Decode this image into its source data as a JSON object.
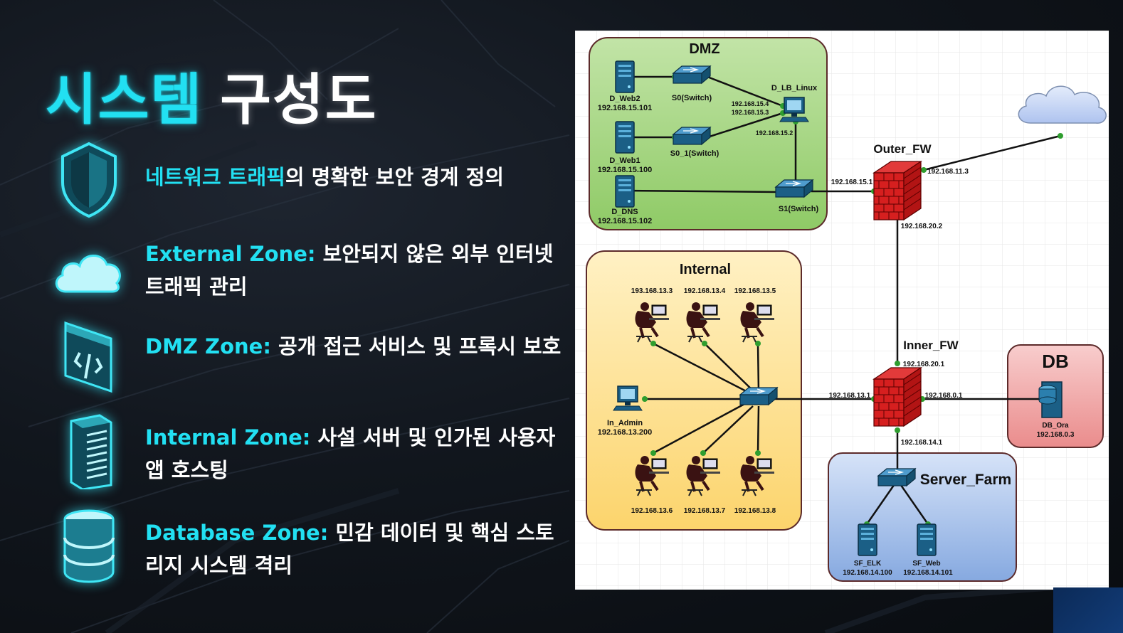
{
  "title": {
    "part1": "시스템",
    "part2": "구성도"
  },
  "features": [
    {
      "icon": "shield-icon",
      "highlight": "네트워크 트래픽",
      "text": "의 명확한 보안 경계 정의"
    },
    {
      "icon": "cloud-icon",
      "highlight": "External Zone:",
      "text": " 보안되지 않은 외부 인터넷 트래픽 관리"
    },
    {
      "icon": "browser-firewall-icon",
      "highlight": "DMZ Zone:",
      "text": " 공개 접근 서비스 및 프록시 보호"
    },
    {
      "icon": "server-rack-icon",
      "highlight": "Internal Zone:",
      "text": " 사설 서버 및 인가된 사용자 앱 호스팅"
    },
    {
      "icon": "database-icon",
      "highlight": "Database Zone:",
      "text": " 민감 데이터 및 핵심 스토리지 시스템 격리"
    }
  ],
  "colors": {
    "accent": "#22e0f2",
    "dmz": "#9fd27c",
    "internal": "#fde08c",
    "db": "#f0a0a0",
    "server_farm": "#a7c4ef",
    "firewall": "#d61f1f",
    "device": "#1f6f9a",
    "link_dot": "#2f9e2f"
  },
  "diagram": {
    "zones": {
      "dmz": "DMZ",
      "internal": "Internal",
      "db": "DB",
      "server_farm": "Server_Farm"
    },
    "dmz": {
      "d_web2": {
        "name": "D_Web2",
        "ip": "192.168.15.101"
      },
      "d_web1": {
        "name": "D_Web1",
        "ip": "192.168.15.100"
      },
      "d_dns": {
        "name": "D_DNS",
        "ip": "192.168.15.102"
      },
      "s0": "S0(Switch)",
      "s0_1": "S0_1(Switch)",
      "s1": "S1(Switch)",
      "lb": "D_LB_Linux",
      "lb_ip1": "192.168.15.4",
      "lb_ip2": "192.168.15.3",
      "lb_ip3": "192.168.15.2"
    },
    "outer_fw": {
      "name": "Outer_FW",
      "ip_left": "192.168.15.1",
      "ip_right": "192.168.11.3",
      "ip_bottom": "192.168.20.2"
    },
    "inner_fw": {
      "name": "Inner_FW",
      "ip_top": "192.168.20.1",
      "ip_left": "192.168.13.1",
      "ip_right": "192.168.0.1",
      "ip_bottom": "192.168.14.1"
    },
    "internal": {
      "top_ips": [
        "193.168.13.3",
        "192.168.13.4",
        "192.168.13.5"
      ],
      "bottom_ips": [
        "192.168.13.6",
        "192.168.13.7",
        "192.168.13.8"
      ],
      "admin": {
        "name": "In_Admin",
        "ip": "192.168.13.200"
      }
    },
    "db": {
      "name": "DB_Ora",
      "ip": "192.168.0.3"
    },
    "server_farm": {
      "elk": {
        "name": "SF_ELK",
        "ip": "192.168.14.100"
      },
      "web": {
        "name": "SF_Web",
        "ip": "192.168.14.101"
      }
    }
  }
}
